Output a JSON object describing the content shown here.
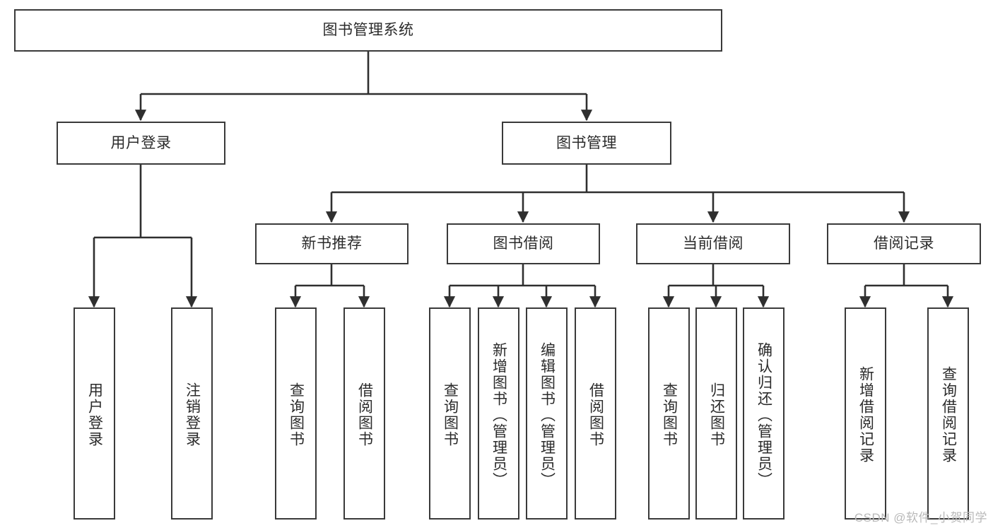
{
  "diagram": {
    "type": "tree-hierarchy-chart",
    "title_node": {
      "label": "图书管理系统"
    },
    "level2": [
      {
        "key": "user_login",
        "label": "用户登录"
      },
      {
        "key": "book_manage",
        "label": "图书管理"
      }
    ],
    "level3": [
      {
        "key": "new_book_rec",
        "label": "新书推荐"
      },
      {
        "key": "book_borrow",
        "label": "图书借阅"
      },
      {
        "key": "current_borrow",
        "label": "当前借阅"
      },
      {
        "key": "borrow_record",
        "label": "借阅记录"
      }
    ],
    "leaves": {
      "user_login": [
        {
          "label": "用户登录"
        },
        {
          "label": "注销登录"
        }
      ],
      "new_book_rec": [
        {
          "label": "查询图书"
        },
        {
          "label": "借阅图书"
        }
      ],
      "book_borrow": [
        {
          "label": "查询图书"
        },
        {
          "label": "新增图书（管理员）"
        },
        {
          "label": "编辑图书（管理员）"
        },
        {
          "label": "借阅图书"
        }
      ],
      "current_borrow": [
        {
          "label": "查询图书"
        },
        {
          "label": "归还图书"
        },
        {
          "label": "确认归还（管理员）"
        }
      ],
      "borrow_record": [
        {
          "label": "新增借阅记录"
        },
        {
          "label": "查询借阅记录"
        }
      ]
    },
    "watermark": "CSDN @软件_小贺同学",
    "colors": {
      "box_border": "#3a3a3a",
      "box_fill": "#ffffff",
      "text": "#2b2b2b",
      "connector": "#2f2f2f",
      "watermark": "#b9b9b9",
      "background": "#ffffff"
    }
  }
}
